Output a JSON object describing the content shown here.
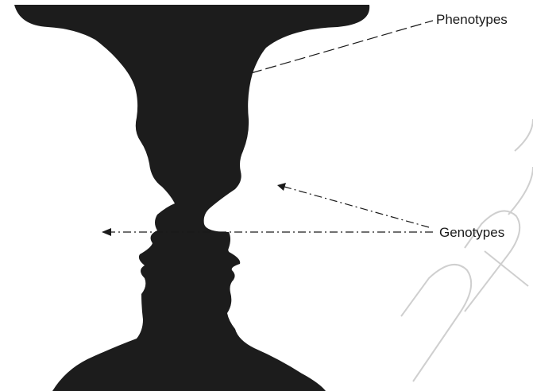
{
  "labels": {
    "phenotypes": "Phenotypes",
    "genotypes": "Genotypes"
  },
  "watermark": {
    "text": "PROOF"
  },
  "colors": {
    "silhouette": "#1c1c1c",
    "lines": "#1a1a1a",
    "watermark": "#c8c8c8",
    "background": "#ffffff"
  }
}
